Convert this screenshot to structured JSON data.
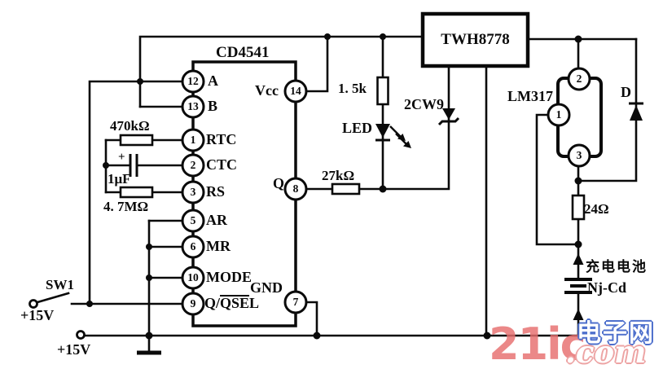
{
  "colors": {
    "line": "#0a0a0a",
    "background": "#ffffff",
    "watermark_red": "#e76e6e",
    "watermark_blue": "#4d6fcc"
  },
  "cd4541": {
    "name": "CD4541",
    "left_pins": [
      {
        "num": "12",
        "label": "A"
      },
      {
        "num": "13",
        "label": "B"
      },
      {
        "num": "1",
        "label": "RTC"
      },
      {
        "num": "2",
        "label": "CTC"
      },
      {
        "num": "3",
        "label": "RS"
      },
      {
        "num": "5",
        "label": "AR"
      },
      {
        "num": "6",
        "label": "MR"
      },
      {
        "num": "10",
        "label": "MODE"
      }
    ],
    "pin9": {
      "num": "9",
      "pre": "Q/",
      "over": "QSE",
      "post": "L"
    },
    "right_pins": [
      {
        "num": "14",
        "label": "Vcc"
      },
      {
        "num": "8",
        "label": "Q"
      },
      {
        "num": "7",
        "label": "GND"
      }
    ]
  },
  "twh8778": {
    "name": "TWH8778"
  },
  "lm317": {
    "name": "LM317",
    "pin_top": "2",
    "pin_left": "1",
    "pin_bottom": "3"
  },
  "resistors": {
    "r470k": "470kΩ",
    "r47m": "4. 7MΩ",
    "r15k": "1. 5k",
    "r27k": "27kΩ",
    "r24": "24Ω"
  },
  "capacitor": {
    "value": "1μF",
    "polarity": "+"
  },
  "diodes": {
    "led": "LED",
    "zener": "2CW9",
    "d": "D"
  },
  "battery": {
    "cn": "充电电池",
    "type": "Nj-Cd"
  },
  "power": {
    "switch": "SW1",
    "v1": "+15V",
    "v2": "+15V"
  },
  "watermark": {
    "brand": "21ic",
    "tld": ".com",
    "site_cn": "电子网"
  }
}
